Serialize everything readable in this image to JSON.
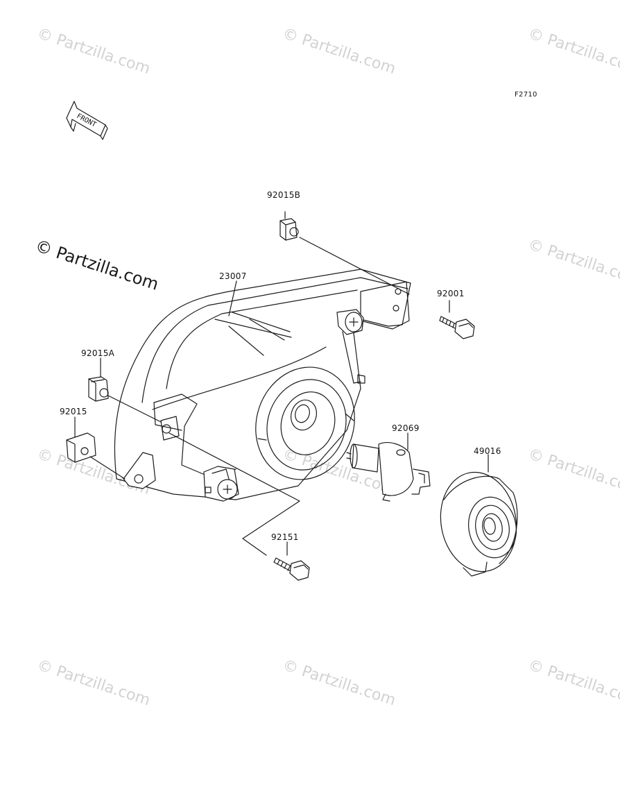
{
  "diagram": {
    "figure_id": "F2710",
    "front_label": "FRONT",
    "watermark": "© Partzilla.com",
    "parts": {
      "p1": "92015B",
      "p2": "23007",
      "p3": "92001",
      "p4": "92015A",
      "p5": "92015",
      "p6": "92069",
      "p7": "49016",
      "p8": "92151"
    }
  }
}
